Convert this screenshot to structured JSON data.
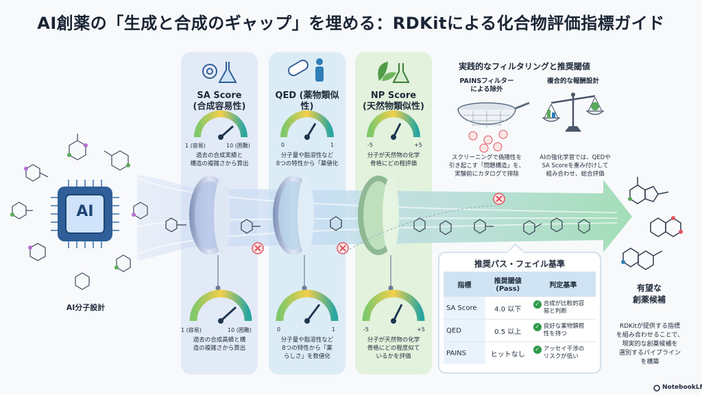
{
  "title": "AI創薬の「生成と合成のギャップ」を埋める：RDKitによる化合物評価指標ガイド",
  "left": {
    "chip_label": "AI",
    "caption": "AI分子設計"
  },
  "columns": [
    {
      "name": "SA Score",
      "sub": "(合成容易性)",
      "tick_left": "1 (容易)",
      "tick_right": "10 (困難)",
      "desc": [
        "過去の合成実績と",
        "構造の複雑さから算出"
      ],
      "tick_left_2": "1 (容易)",
      "tick_right_2": "10 (困難)",
      "desc2": [
        "過去の合成高績と構",
        "造の複雑さから算出"
      ]
    },
    {
      "name": "QED (薬物類似",
      "sub": "性)",
      "tick_left": "0",
      "tick_right": "1",
      "desc": [
        "分子量や脂溶性など",
        "8つの特性から「薬値化"
      ],
      "tick_left_2": "0",
      "tick_right_2": "1",
      "desc2": [
        "分子量や脂溶性など",
        "8つの特性から「薬",
        "らしさ」を数値化"
      ]
    },
    {
      "name": "NP Score",
      "sub": "(天然物類似性)",
      "tick_left": "-5",
      "tick_right": "+5",
      "desc": [
        "分子が天然物の化学",
        "骨格にどの程評価"
      ],
      "tick_left_2": "-5",
      "tick_right_2": "+5",
      "desc2": [
        "分子が天然物の化学",
        "骨格にどの程度似て",
        "いるかを評価"
      ]
    }
  ],
  "practical": {
    "heading": "実践的なフィルタリングと推奨閾値",
    "pains_title": [
      "PAINSフィルター",
      "による除外"
    ],
    "pains_desc": [
      "スクリーニングで偽陽性を",
      "引き起こす「問題構造」を、",
      "実験前にカタログで排除"
    ],
    "reward_title": "複合的な報酬設計",
    "reward_desc": [
      "AIの強化学習では、QEDや",
      "SA Scoreを重み付けして",
      "組み合わせ、総合評価"
    ]
  },
  "criteria": {
    "heading": "推奨パス・フェイル基準",
    "headers": [
      "指標",
      "推奨閾値 (Pass)",
      "判定基準"
    ],
    "rows": [
      {
        "metric": "SA Score",
        "threshold": "4.0 以下",
        "judge": [
          "合成が比較的容",
          "易と判断"
        ]
      },
      {
        "metric": "QED",
        "threshold": "0.5 以上",
        "judge": [
          "良好な薬物類根",
          "性を持つ"
        ]
      },
      {
        "metric": "PAINS",
        "threshold": "ヒットなし",
        "judge": [
          "アッセイ干渉の",
          "リスクが低い"
        ]
      }
    ]
  },
  "right": {
    "candidates_label": [
      "有望な",
      "創薬候補"
    ],
    "summary": [
      "RDKitが提供する指標",
      "を組み合わせることで、",
      "現実的な創薬候補を",
      "選別するパイプライン",
      "を構築"
    ]
  },
  "footer": {
    "brand": "NotebookLM"
  },
  "colors": {
    "sa_col": "#e3eaf7",
    "qed_col": "#dcecf6",
    "np_col": "#e2f2dc",
    "arrow": "#a9dcc4",
    "fail": "#e0545e",
    "pass": "#2e9a4a"
  }
}
